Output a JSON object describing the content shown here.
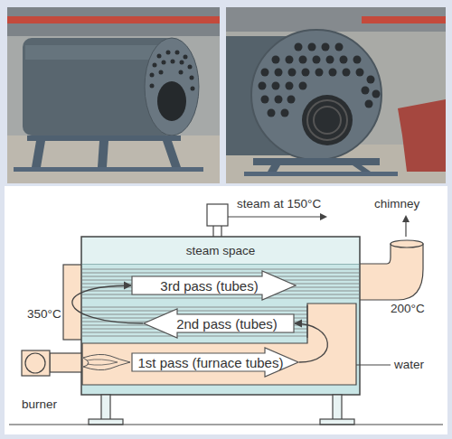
{
  "diagram": {
    "nodes": [
      {
        "text": [
          "steam space"
        ]
      },
      {
        "text": [
          "3rd pass (tubes)"
        ]
      },
      {
        "text": [
          "2nd pass (tubes)"
        ]
      },
      {
        "text": [
          "1st pass (furnace tubes)"
        ]
      }
    ],
    "edges": [
      {
        "from": 3,
        "to": 2,
        "arrow": "to"
      },
      {
        "from": 2,
        "to": 1,
        "arrow": "to"
      }
    ],
    "labels": [
      "steam at 150°C",
      "chimney",
      "350°C",
      "200°C",
      "water",
      "burner"
    ]
  }
}
